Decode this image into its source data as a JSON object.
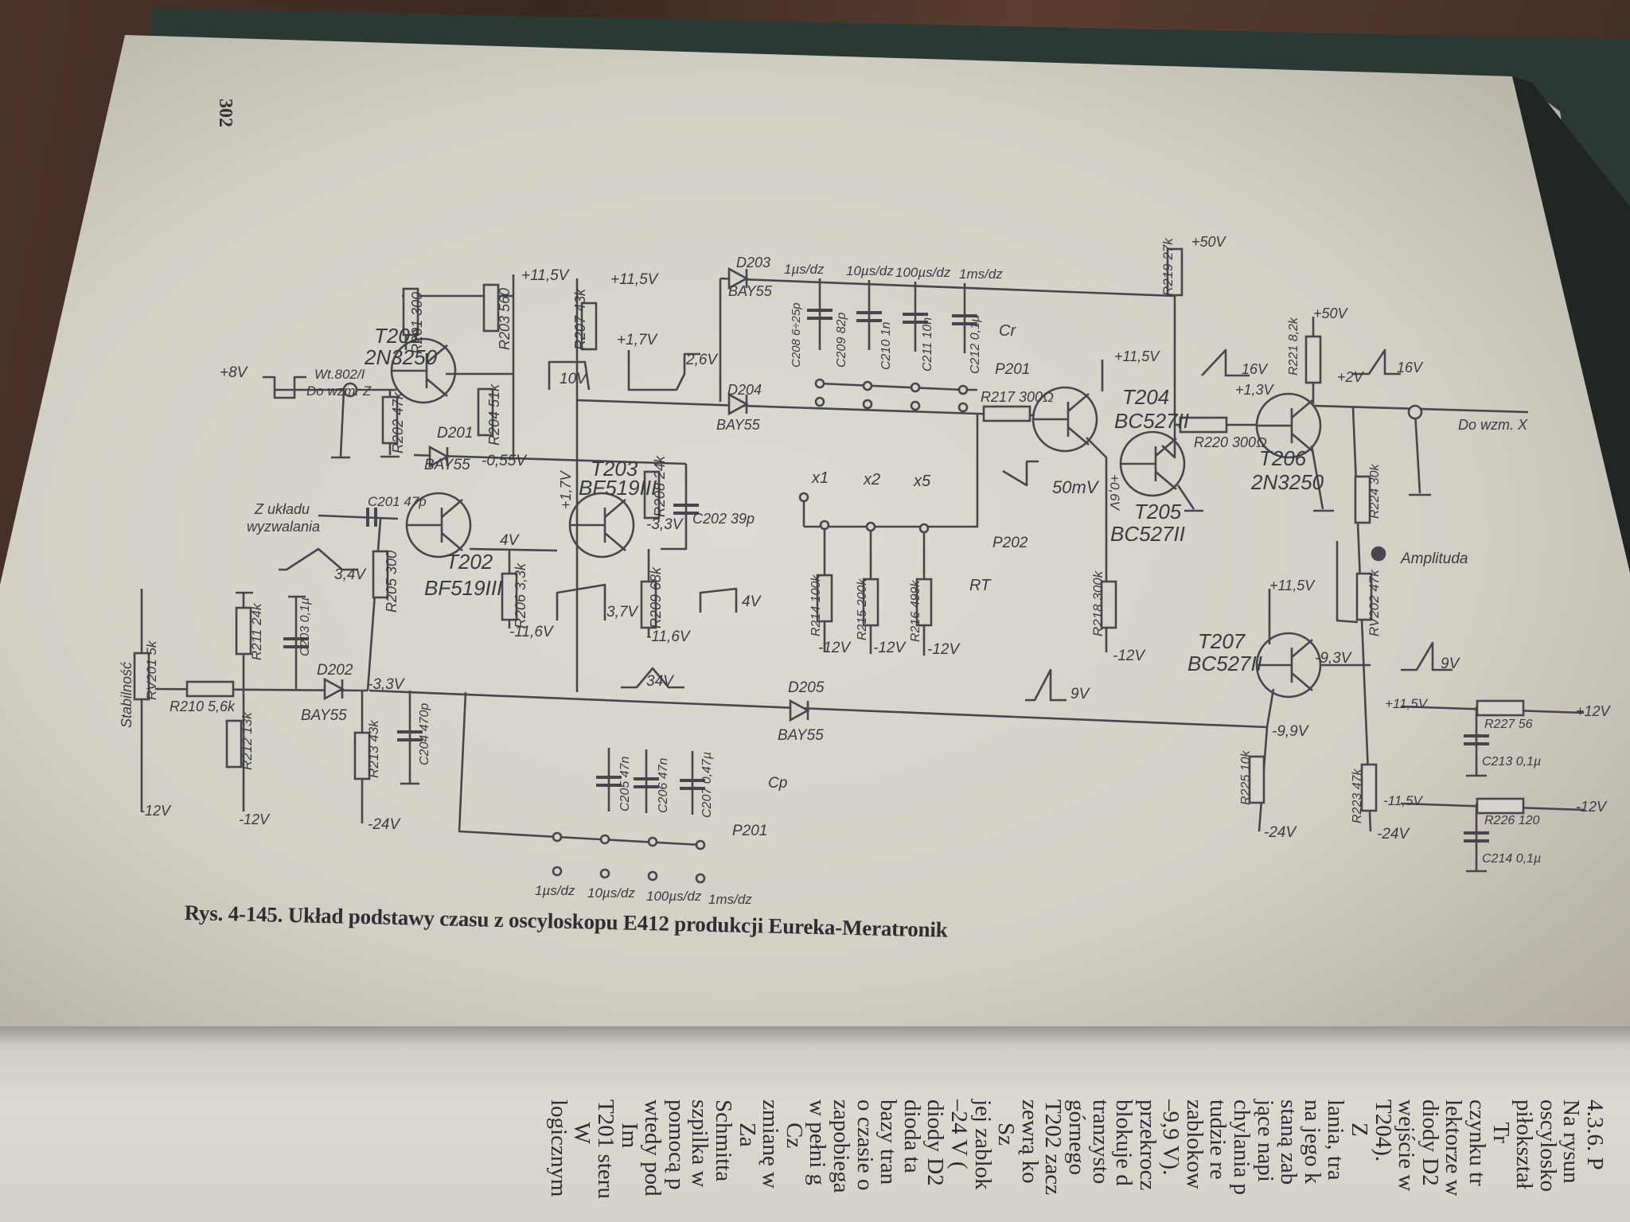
{
  "page_number": "302",
  "caption": "Rys. 4-145. Układ podstawy czasu z oscyloskopu E412 produkcji Eureka-Meratronik",
  "schematic": {
    "labels": [
      "+11,5V",
      "+11,5V",
      "T201",
      "2N3250",
      "R201 300",
      "R203 560",
      "R207 43k",
      "+1,7V",
      "2,6V",
      "+8V",
      "Wt.802/I",
      "Do wzm. Z",
      "10V",
      "R202 47k",
      "R204 51k",
      "D201",
      "BAY55",
      "-0,55V",
      "T203",
      "BF519III",
      "+1,7V",
      "R208 24k",
      "C202 39p",
      "-3,3V",
      "Z układu",
      "wyzwalania",
      "C201 47p",
      "4V",
      "T202",
      "BF519III",
      "3,4V",
      "R205 300",
      "R206 3,3k",
      "-11,6V",
      "3,7V",
      "R209 68k",
      "-11,6V",
      "4V",
      "D203",
      "BAY55",
      "1µs/dz",
      "10µs/dz",
      "100µs/dz",
      "1ms/dz",
      "C208 6÷25p",
      "C209 82p",
      "C210 1n",
      "C211 10n",
      "C212 0,1µ",
      "Cr",
      "P201",
      "R219 27k",
      "+50V",
      "D204",
      "BAY55",
      "R217 300Ω",
      "+11,5V",
      "T204",
      "BC527II",
      "50mV",
      "T205",
      "BC527II",
      "+0,6V",
      "R220 300Ω",
      "16V",
      "+1,3V",
      "+50V",
      "R221 8,2k",
      "+2V",
      "16V",
      "T206",
      "2N3250",
      "Do wzm. X",
      "R224 30k",
      "Amplituda",
      "RV202 47k",
      "x1",
      "x2",
      "x5",
      "P202",
      "R214 100k",
      "R215 200k",
      "R216 499k",
      "RT",
      "-12V",
      "-12V",
      "-12V",
      "R218 300k",
      "-12V",
      "+11,5V",
      "T207",
      "BC527II",
      "-9,3V",
      "9V",
      "9V",
      "+11,5V",
      "R227 56",
      "+12V",
      "C213 0,1µ",
      "-11,5V",
      "R226 120",
      "-12V",
      "C214 0,1µ",
      "-9,9V",
      "R225 10k",
      "-24V",
      "R223 47k",
      "-24V",
      "D205",
      "BAY55",
      "34V",
      "Stabilność",
      "RV201 5k",
      "R210 5,6k",
      "R211 24k",
      "C203 0,1µ",
      "D202",
      "BAY55",
      "-3,3V",
      "R212 13k",
      "-12V",
      "-12V",
      "R213 43k",
      "C204 470p",
      "-24V",
      "C205 47n",
      "C206 47n",
      "C207 0,47µ",
      "Cp",
      "P201",
      "1µs/dz",
      "10µs/dz",
      "100µs/dz",
      "1ms/dz"
    ]
  },
  "facing_page_lines": [
    "4.3.6. P",
    "Na rysun",
    "oscylosko",
    "piłokształ",
    "    Tr",
    "czynku tr",
    "lektorze w",
    "diody D2",
    "wejście w",
    "T204).",
    "    Z",
    "lania, tra",
    "na jego k",
    "staną zab",
    "jące napi",
    "chylania p",
    "tudzie re",
    "zablokow",
    "–9,9 V).",
    "przekrocz",
    "blokuje d",
    "tranzysto",
    "górnego",
    "T202 zacz",
    "zewrą ko",
    "    Sz",
    "jej zablok",
    "–24 V (",
    "diody D2",
    "dioda ta",
    "bazy tran",
    "o czasie o",
    "zapobiega",
    "w pełni g",
    "    Cz",
    "zmianę w",
    "    Za",
    "Schmitta",
    "szpilka w",
    "pomocą p",
    "wtedy pod",
    "    Im",
    "T201 steru",
    "    W",
    "logicznym"
  ]
}
